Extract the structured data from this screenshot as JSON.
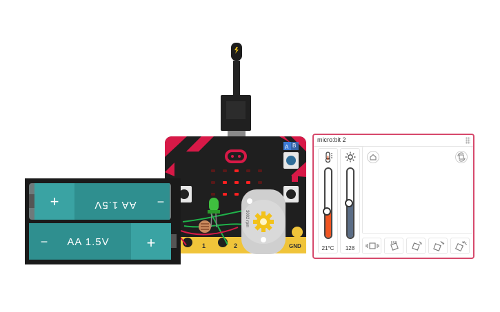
{
  "circuit": {
    "batteries": [
      {
        "label": "AA 1.5V",
        "plus": "+",
        "minus": "−",
        "orientation": "flipped"
      },
      {
        "label": "AA 1.5V",
        "plus": "+",
        "minus": "−",
        "orientation": "normal"
      }
    ],
    "pins": [
      "1",
      "2",
      "GND"
    ],
    "buttons": [
      "A",
      "B"
    ],
    "motor_label": "3002 rpm"
  },
  "simulator": {
    "title": "micro:bit 2",
    "temperature": {
      "value": "21°C",
      "level": 0.38
    },
    "light": {
      "value": "128",
      "level": 0.5
    },
    "gestures": [
      "shake",
      "tilt-left",
      "tilt-right",
      "logo-up",
      "logo-down"
    ]
  },
  "colors": {
    "microbit_red": "#d71947",
    "panel_border": "#d6486b",
    "battery_teal": "#2f8f8f",
    "temperature_fill": "#f05522",
    "light_fill": "#5b6d86"
  }
}
